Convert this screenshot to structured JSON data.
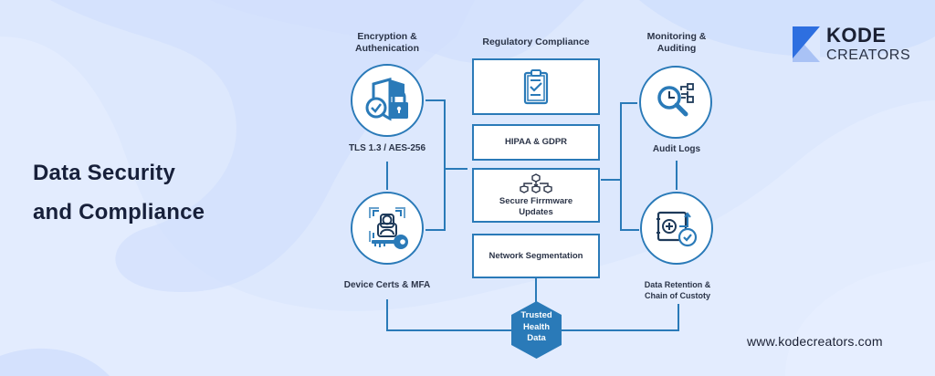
{
  "headline": {
    "line1": "Data Security",
    "line2": "and Compliance"
  },
  "brand": {
    "name_bold": "KODE",
    "name_light": "CREATORS",
    "website": "www.kodecreators.com",
    "logo_colors": {
      "dark": "#2e6fe0",
      "light": "#a9c2f5"
    }
  },
  "colors": {
    "accent": "#2a7ab8",
    "hex_fill": "#2a7ab8",
    "background": "#dde8fd",
    "text_dark": "#17203a"
  },
  "diagram": {
    "left_column": {
      "title_line1": "Encryption &",
      "title_line2": "Authenication",
      "nodes": [
        {
          "icon": "shield-lock-icon",
          "label": "TLS 1.3 / AES-256"
        },
        {
          "icon": "biometric-key-icon",
          "label": "Device Certs & MFA"
        }
      ]
    },
    "center_column": {
      "title": "Regulatory Compliance",
      "boxes": [
        {
          "icon": "clipboard-check-icon",
          "label": ""
        },
        {
          "icon": "",
          "label": "HIPAA & GDPR"
        },
        {
          "icon": "firmware-tree-icon",
          "label_line1": "Secure Firrmware",
          "label_line2": "Updates"
        },
        {
          "icon": "",
          "label": "Network Segmentation"
        }
      ]
    },
    "right_column": {
      "title_line1": "Monitoring &",
      "title_line2": "Auditing",
      "nodes": [
        {
          "icon": "clock-search-icon",
          "label": "Audit Logs"
        },
        {
          "icon": "vault-check-icon",
          "label_line1": "Data Retention &",
          "label_line2": "Chain of Custoty"
        }
      ]
    },
    "hub": {
      "line1": "Trusted",
      "line2": "Health",
      "line3": "Data"
    }
  }
}
